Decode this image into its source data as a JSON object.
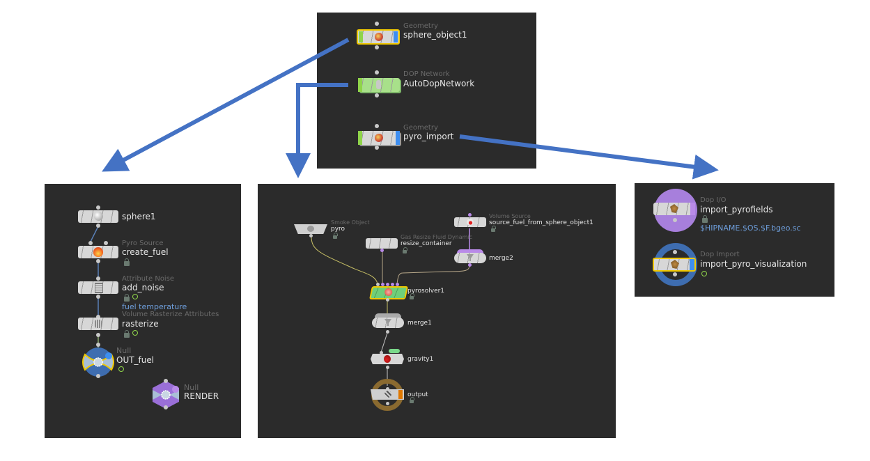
{
  "obj_network": {
    "nodes": [
      {
        "type": "Geometry",
        "name": "sphere_object1"
      },
      {
        "type": "DOP Network",
        "name": "AutoDopNetwork"
      },
      {
        "type": "Geometry",
        "name": "pyro_import"
      }
    ]
  },
  "sop_network": {
    "nodes": [
      {
        "type": "",
        "name": "sphere1"
      },
      {
        "type": "Pyro Source",
        "name": "create_fuel"
      },
      {
        "type": "Attribute Noise",
        "name": "add_noise",
        "note": "fuel temperature"
      },
      {
        "type": "Volume Rasterize Attributes",
        "name": "rasterize"
      },
      {
        "type": "Null",
        "name": "OUT_fuel"
      },
      {
        "type": "Null",
        "name": "RENDER"
      }
    ]
  },
  "dop_network": {
    "nodes": [
      {
        "type": "Smoke Object",
        "name": "pyro"
      },
      {
        "type": "Gas Resize Fluid Dynamic",
        "name": "resize_container"
      },
      {
        "type": "Volume Source",
        "name": "source_fuel_from_sphere_object1"
      },
      {
        "type": "",
        "name": "merge2"
      },
      {
        "type": "",
        "name": "pyrosolver1"
      },
      {
        "type": "",
        "name": "merge1"
      },
      {
        "type": "",
        "name": "gravity1"
      },
      {
        "type": "",
        "name": "output"
      }
    ]
  },
  "import_network": {
    "nodes": [
      {
        "type": "Dop I/O",
        "name": "import_pyrofields",
        "path": "$HIPNAME.$OS.$F.bgeo.sc"
      },
      {
        "type": "Dop Import",
        "name": "import_pyro_visualization"
      }
    ]
  },
  "colors": {
    "arrow": "#4472c4",
    "panel_bg": "#2b2b2b",
    "selected_outline": "#f0c800",
    "dop_green": "#a8e08a",
    "purple": "#b98ae8",
    "null_blue": "#3e6db0"
  }
}
